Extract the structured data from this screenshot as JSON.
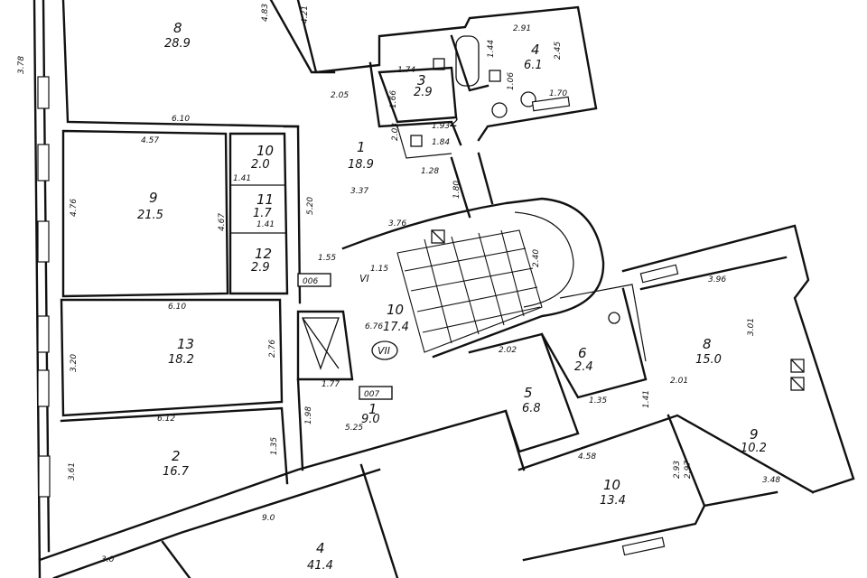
{
  "rooms": [
    {
      "num": "8",
      "area": "28.9"
    },
    {
      "num": "10",
      "area": "2.0"
    },
    {
      "num": "9",
      "area": "21.5"
    },
    {
      "num": "11",
      "area": "1.7"
    },
    {
      "num": "12",
      "area": "2.9"
    },
    {
      "num": "13",
      "area": "18.2"
    },
    {
      "num": "2",
      "area": "16.7"
    },
    {
      "num": "4",
      "area": "41.4"
    },
    {
      "num": "1",
      "area": "18.9"
    },
    {
      "num": "3",
      "area": "2.9"
    },
    {
      "num": "4",
      "area": "6.1"
    },
    {
      "num": "2",
      "area": ""
    },
    {
      "num": "10",
      "area": "17.4"
    },
    {
      "num": "1",
      "area": "9.0"
    },
    {
      "num": "5",
      "area": "6.8"
    },
    {
      "num": "6",
      "area": "2.4"
    },
    {
      "num": "8",
      "area": "15.0"
    },
    {
      "num": "9",
      "area": "10.2"
    },
    {
      "num": "10",
      "area": "13.4"
    }
  ],
  "dimensions": [
    "3.78",
    "4.83",
    "4.21",
    "2.91",
    "2.45",
    "6.10",
    "4.57",
    "4.76",
    "6.10",
    "3.20",
    "2.76",
    "6.12",
    "3.61",
    "1.35",
    "9.0",
    "3.0",
    "1.41",
    "1.41",
    "4.67",
    "2.05",
    "5.20",
    "3.37",
    "1.74",
    "1.66",
    "1.93",
    "2.03",
    "1.84",
    "1.80",
    "3.76",
    "1.55",
    "1.15",
    "2.40",
    "6.76",
    "1.77",
    "2.02",
    "5.25",
    "1.98",
    "3.96",
    "3.01",
    "2.01",
    "1.35",
    "1.41",
    "4.58",
    "2.93",
    "2.97",
    "3.48",
    "1.70",
    "1.44",
    "1.28",
    "1.06"
  ],
  "markers": [
    "006",
    "007",
    "VI",
    "VII"
  ]
}
